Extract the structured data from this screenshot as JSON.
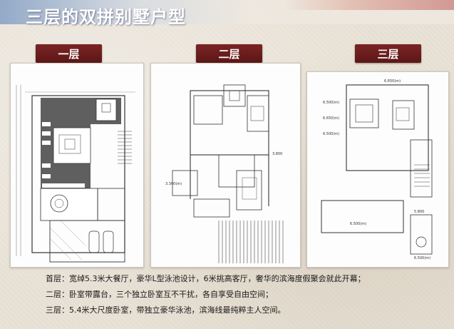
{
  "title": "三层的双拼别墅户型",
  "floors": [
    {
      "tab": "一层"
    },
    {
      "tab": "二层"
    },
    {
      "tab": "三层"
    }
  ],
  "plan_labels": {
    "f3_elev_top": "6.650(m)",
    "f3_elev_a": "6.500(m)",
    "f3_elev_b": "6.650(m)",
    "f3_elev_c": "6.500(m)",
    "f3_elev_d": "5.800",
    "f3_elev_e": "6.500(m)",
    "f3_elev_f": "6.500(m)",
    "f2_elev_a": "3.300(m)",
    "f2_elev_b": "3.800"
  },
  "descriptions": [
    "首层：宽绰5.3米大餐厅，豪华L型泳池设计，6米挑高客厅，奢华的滨海度假聚会就此开幕；",
    "二层：卧室带露台，三个独立卧室互不干扰，各自享受自由空间；",
    "三层：5.4米大尺度卧室，带独立豪华泳池，滨海线最纯粹主人空间。"
  ]
}
